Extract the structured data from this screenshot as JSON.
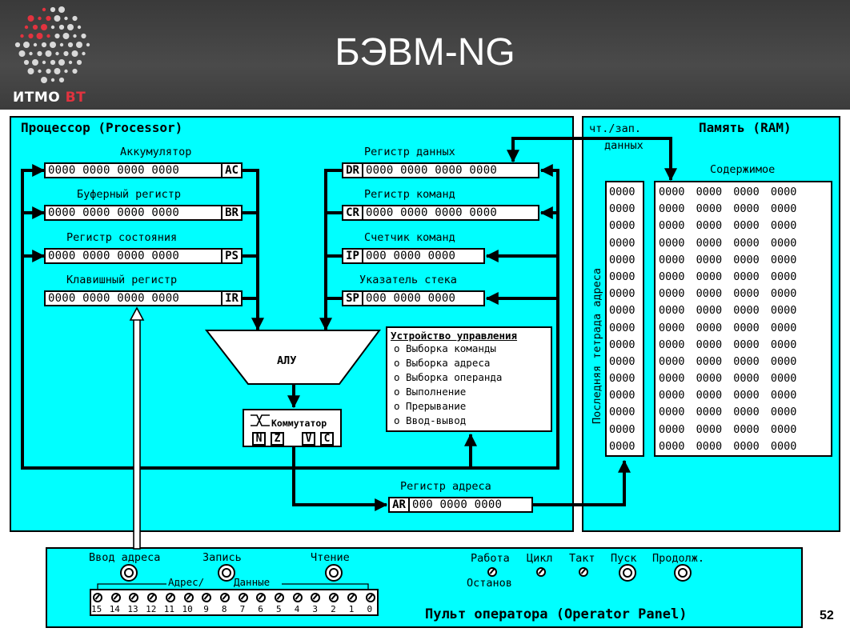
{
  "header": {
    "title": "БЭВМ-NG",
    "logo_text_main": "ИТМО",
    "logo_text_accent": "ВТ"
  },
  "processor": {
    "title": "Процессор (Processor)",
    "left_registers": [
      {
        "label": "Аккумулятор",
        "value": "0000 0000 0000 0000",
        "tag": "AC"
      },
      {
        "label": "Буферный регистр",
        "value": "0000 0000 0000 0000",
        "tag": "BR"
      },
      {
        "label": "Регистр состояния",
        "value": "0000 0000 0000 0000",
        "tag": "PS"
      },
      {
        "label": "Клавишный регистр",
        "value": "0000 0000 0000 0000",
        "tag": "IR"
      }
    ],
    "right_registers": [
      {
        "label": "Регистр данных",
        "value": "0000 0000 0000 0000",
        "tag": "DR"
      },
      {
        "label": "Регистр команд",
        "value": "0000 0000 0000 0000",
        "tag": "CR"
      },
      {
        "label": "Счетчик команд",
        "value": "000 0000 0000",
        "tag": "IP"
      },
      {
        "label": "Указатель стека",
        "value": "000 0000 0000",
        "tag": "SP"
      }
    ],
    "alu_label": "АЛУ",
    "switch_label": "Коммутатор",
    "flags": [
      "N",
      "Z",
      "V",
      "C"
    ],
    "control_unit": {
      "title": "Устройство управления",
      "items": [
        "o Выборка команды",
        "o Выборка адреса",
        "o Выборка операнда",
        "o Выполнение",
        "o Прерывание",
        "o Ввод-вывод"
      ]
    },
    "address_register": {
      "label": "Регистр адреса",
      "value": "000 0000 0000",
      "tag": "AR"
    }
  },
  "memory": {
    "title": "Память (RAM)",
    "rw_label_1": "чт./зап.",
    "rw_label_2": "данных",
    "contents_label": "Содержимое",
    "address_axis_label": "Последняя тетрада адреса",
    "address_cells": [
      "0000",
      "0000",
      "0000",
      "0000",
      "0000",
      "0000",
      "0000",
      "0000",
      "0000",
      "0000",
      "0000",
      "0000",
      "0000",
      "0000",
      "0000",
      "0000"
    ],
    "content_rows": [
      "0000 0000 0000 0000",
      "0000 0000 0000 0000",
      "0000 0000 0000 0000",
      "0000 0000 0000 0000",
      "0000 0000 0000 0000",
      "0000 0000 0000 0000",
      "0000 0000 0000 0000",
      "0000 0000 0000 0000",
      "0000 0000 0000 0000",
      "0000 0000 0000 0000",
      "0000 0000 0000 0000",
      "0000 0000 0000 0000",
      "0000 0000 0000 0000",
      "0000 0000 0000 0000",
      "0000 0000 0000 0000",
      "0000 0000 0000 0000"
    ]
  },
  "operator_panel": {
    "title": "Пульт оператора (Operator Panel)",
    "buttons": [
      "Ввод адреса",
      "Запись",
      "Чтение"
    ],
    "address_data_label_1": "Адрес/",
    "address_data_label_2": "Данные",
    "bit_numbers": [
      "15",
      "14",
      "13",
      "12",
      "11",
      "10",
      "9",
      "8",
      "7",
      "6",
      "5",
      "4",
      "3",
      "2",
      "1",
      "0"
    ],
    "mode_switches": [
      "Работа",
      "Цикл",
      "Такт"
    ],
    "mode_sub_label": "Останов",
    "run_buttons": [
      "Пуск",
      "Продолж."
    ]
  },
  "footer": {
    "page_number": "52"
  },
  "colors": {
    "panel_bg": "#00ffff",
    "header_bg": "#444444",
    "logo_accent": "#e2333f"
  }
}
